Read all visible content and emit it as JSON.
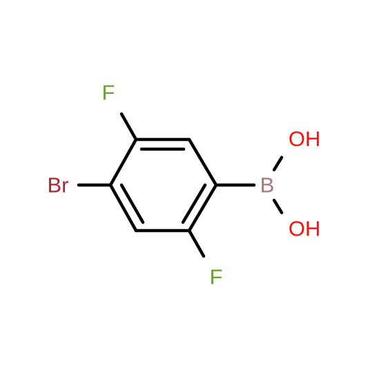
{
  "molecule": {
    "atoms": {
      "br": {
        "label": "Br",
        "color": "#a52a2a"
      },
      "f_top": {
        "label": "F",
        "color": "#6aa33a"
      },
      "f_bottom": {
        "label": "F",
        "color": "#6aa33a"
      },
      "b": {
        "label": "B",
        "color": "#a97878"
      },
      "oh_top": {
        "label": "OH",
        "color": "#ff0d0d"
      },
      "oh_bottom": {
        "label": "OH",
        "color": "#ff0d0d"
      }
    },
    "bond_color": "#000000"
  }
}
